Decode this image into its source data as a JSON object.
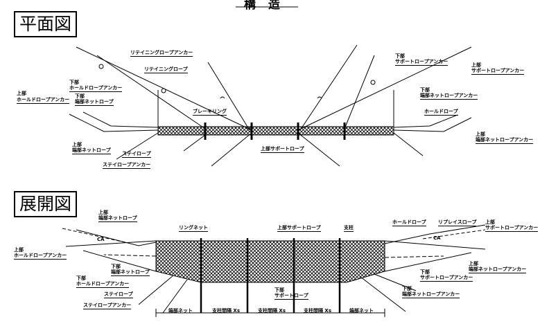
{
  "header": {
    "title_partial": "構 造"
  },
  "plan": {
    "title": "平面図",
    "labels": {
      "retaining_anchor": "リテイニングロープアンカー",
      "retaining_rope": "リテイニングロープ",
      "lower_prefix_left": "下部",
      "hold_anchor_lower": "ホールドロープアンカー",
      "lower_prefix_left2": "下部",
      "edge_net_lower": "端部ネットロープ",
      "upper_prefix_left": "上部",
      "hold_anchor_upper": "ホールドロープアンカー",
      "brake_ring": "ブレーキリング",
      "upper_prefix_left2": "上部",
      "edge_net_upper_left": "端部ネットロープ",
      "stay_rope": "ステイロープ",
      "stay_anchor": "ステイロープアンカー",
      "upper_support_rope": "上部サポートロープ",
      "lower_prefix_right": "下部",
      "support_anchor_lower": "サポートロープアンカー",
      "upper_prefix_right": "上部",
      "support_anchor_upper": "サポートロープアンカー",
      "lower_prefix_right2": "下部",
      "edge_net_anchor_lower": "端部ネットロープアンカー",
      "hold_rope": "ホールドロープ",
      "upper_prefix_right2": "上部",
      "edge_net_anchor_upper": "端部ネットロープアンカー"
    }
  },
  "development": {
    "title": "展開図",
    "labels": {
      "upper_prefix_a": "上部",
      "edge_net_rope_a": "端部ネットロープ",
      "ring_net": "リングネット",
      "upper_support_rope": "上部サポートロープ",
      "post": "支柱",
      "hold_rope": "ホールドロープ",
      "replace_rope": "リプレイスロープ",
      "upper_prefix_b": "上部",
      "support_anchor_upper": "サポートロープアンカー",
      "upper_prefix_c": "上部",
      "hold_anchor_upper": "ホールドロープアンカー",
      "lower_prefix_a": "下部",
      "edge_net_rope_b": "端部ネットロープ",
      "lower_prefix_b": "下部",
      "hold_anchor_lower": "ホールドロープアンカー",
      "stay_rope": "ステイロープ",
      "stay_anchor": "ステイロープアンカー",
      "lower_prefix_c": "下部",
      "support_rope_lower": "サポートロープ",
      "upper_prefix_d": "上部",
      "edge_net_anchor_upper": "端部ネットロープアンカー",
      "lower_prefix_d": "下部",
      "support_anchor_lower": "サポートロープアンカー",
      "lower_prefix_e": "下部",
      "edge_net_anchor_lower": "端部ネットロープアンカー",
      "mark_ca": "CA"
    },
    "dimensions": [
      "端部ネット",
      "支柱間隔 Xs",
      "支柱間隔 Xs",
      "支柱間隔 Xs",
      "端部ネット"
    ]
  }
}
